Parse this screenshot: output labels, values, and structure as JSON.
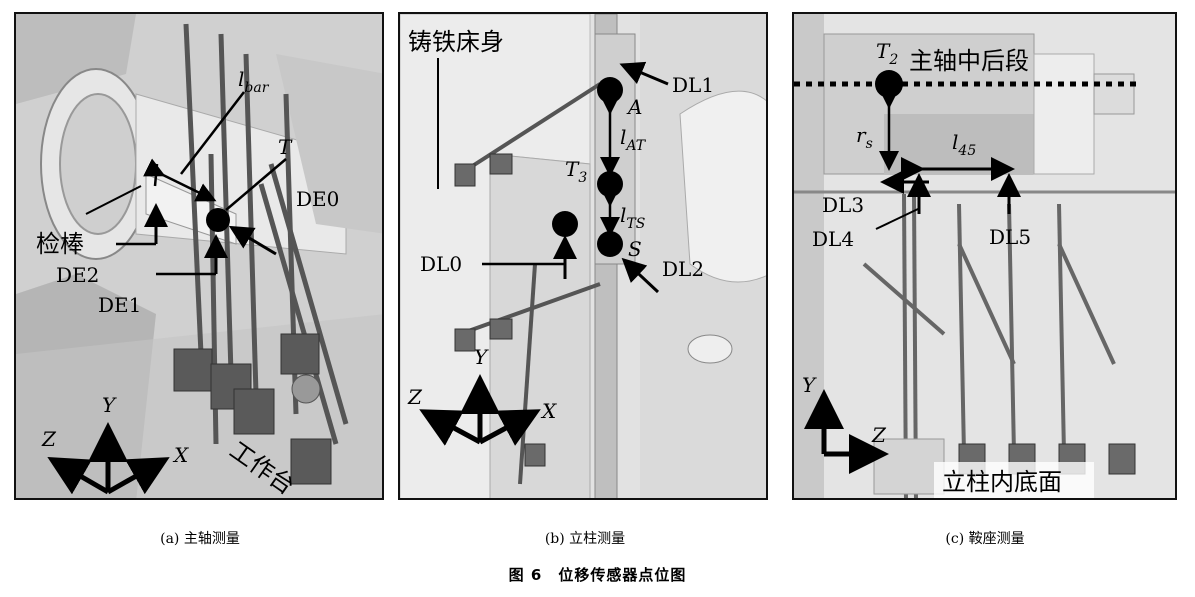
{
  "panel_a": {
    "l_bar": "l",
    "l_bar_sub": "bar",
    "T": "T",
    "DE0": "DE0",
    "DE1": "DE1",
    "DE2": "DE2",
    "inspection_bar": "检棒",
    "workbench": "工作台",
    "axis_y": "Y",
    "axis_z": "Z",
    "axis_x": "X",
    "caption": "(a) 主轴测量"
  },
  "panel_b": {
    "cast_iron_bed": "铸铁床身",
    "A": "A",
    "DL1": "DL1",
    "l_at": "l",
    "l_at_sub": "AT",
    "T3": "T",
    "T3_sub": "3",
    "l_ts": "l",
    "l_ts_sub": "TS",
    "S": "S",
    "DL0": "DL0",
    "DL2": "DL2",
    "axis_y": "Y",
    "axis_z": "Z",
    "axis_x": "X",
    "caption": "(b) 立柱测量"
  },
  "panel_c": {
    "T2": "T",
    "T2_sub": "2",
    "spindle_rear": "主轴中后段",
    "r_s": "r",
    "r_s_sub": "s",
    "l45": "l",
    "l45_sub": "45",
    "DL3": "DL3",
    "DL4": "DL4",
    "DL5": "DL5",
    "axis_y": "Y",
    "axis_z": "Z",
    "column_floor": "立柱内底面",
    "caption": "(c) 鞍座测量"
  },
  "figure_title": "图 6　位移传感器点位图"
}
